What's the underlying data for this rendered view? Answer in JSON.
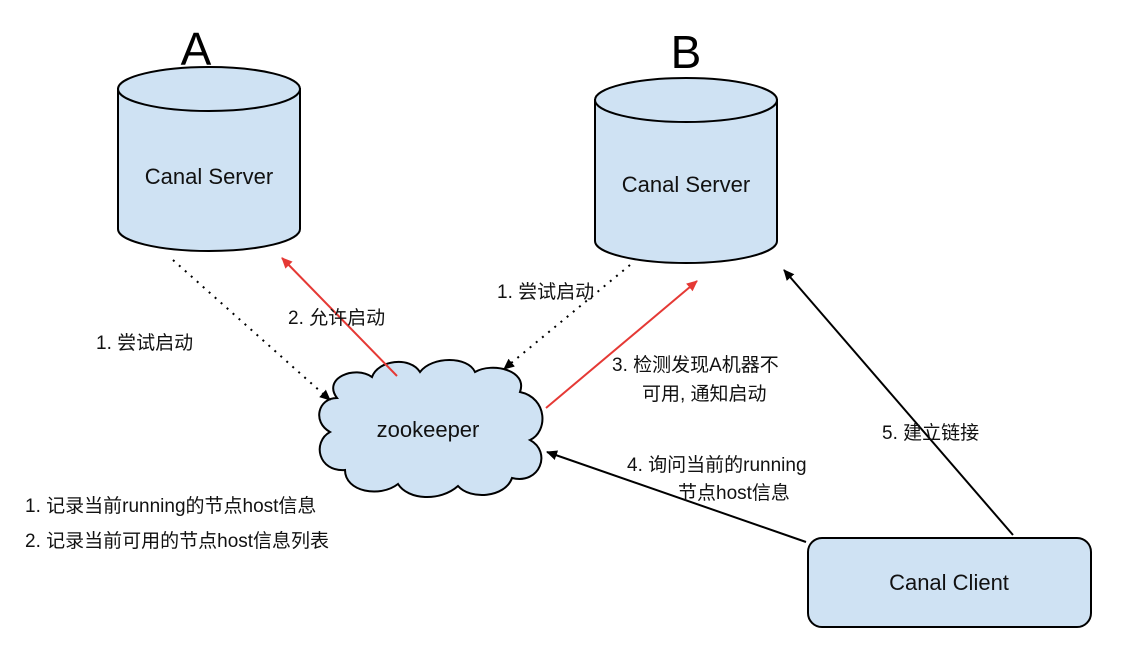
{
  "nodes": {
    "server_a": {
      "letter": "A",
      "label": "Canal Server"
    },
    "server_b": {
      "letter": "B",
      "label": "Canal Server"
    },
    "zookeeper": {
      "label": "zookeeper"
    },
    "client": {
      "label": "Canal Client"
    }
  },
  "edges": {
    "a_try_start": {
      "label": "1. 尝试启动",
      "style": "dotted"
    },
    "zk_allow_a": {
      "label": "2. 允许启动",
      "color": "#e53935"
    },
    "b_try_start": {
      "label": "1. 尝试启动",
      "style": "dotted"
    },
    "zk_notify_b": {
      "lines": [
        "3. 检测发现A机器不",
        "可用, 通知启动"
      ],
      "color": "#e53935"
    },
    "client_query_zk": {
      "lines": [
        "4. 询问当前的running",
        "节点host信息"
      ]
    },
    "client_connect_b": {
      "label": "5. 建立链接"
    }
  },
  "zookeeper_notes": [
    "1. 记录当前running的节点host信息",
    "2. 记录当前可用的节点host信息列表"
  ],
  "colors": {
    "node_fill": "#cfe2f3",
    "highlight_arrow": "#e53935",
    "arrow": "#000000"
  }
}
